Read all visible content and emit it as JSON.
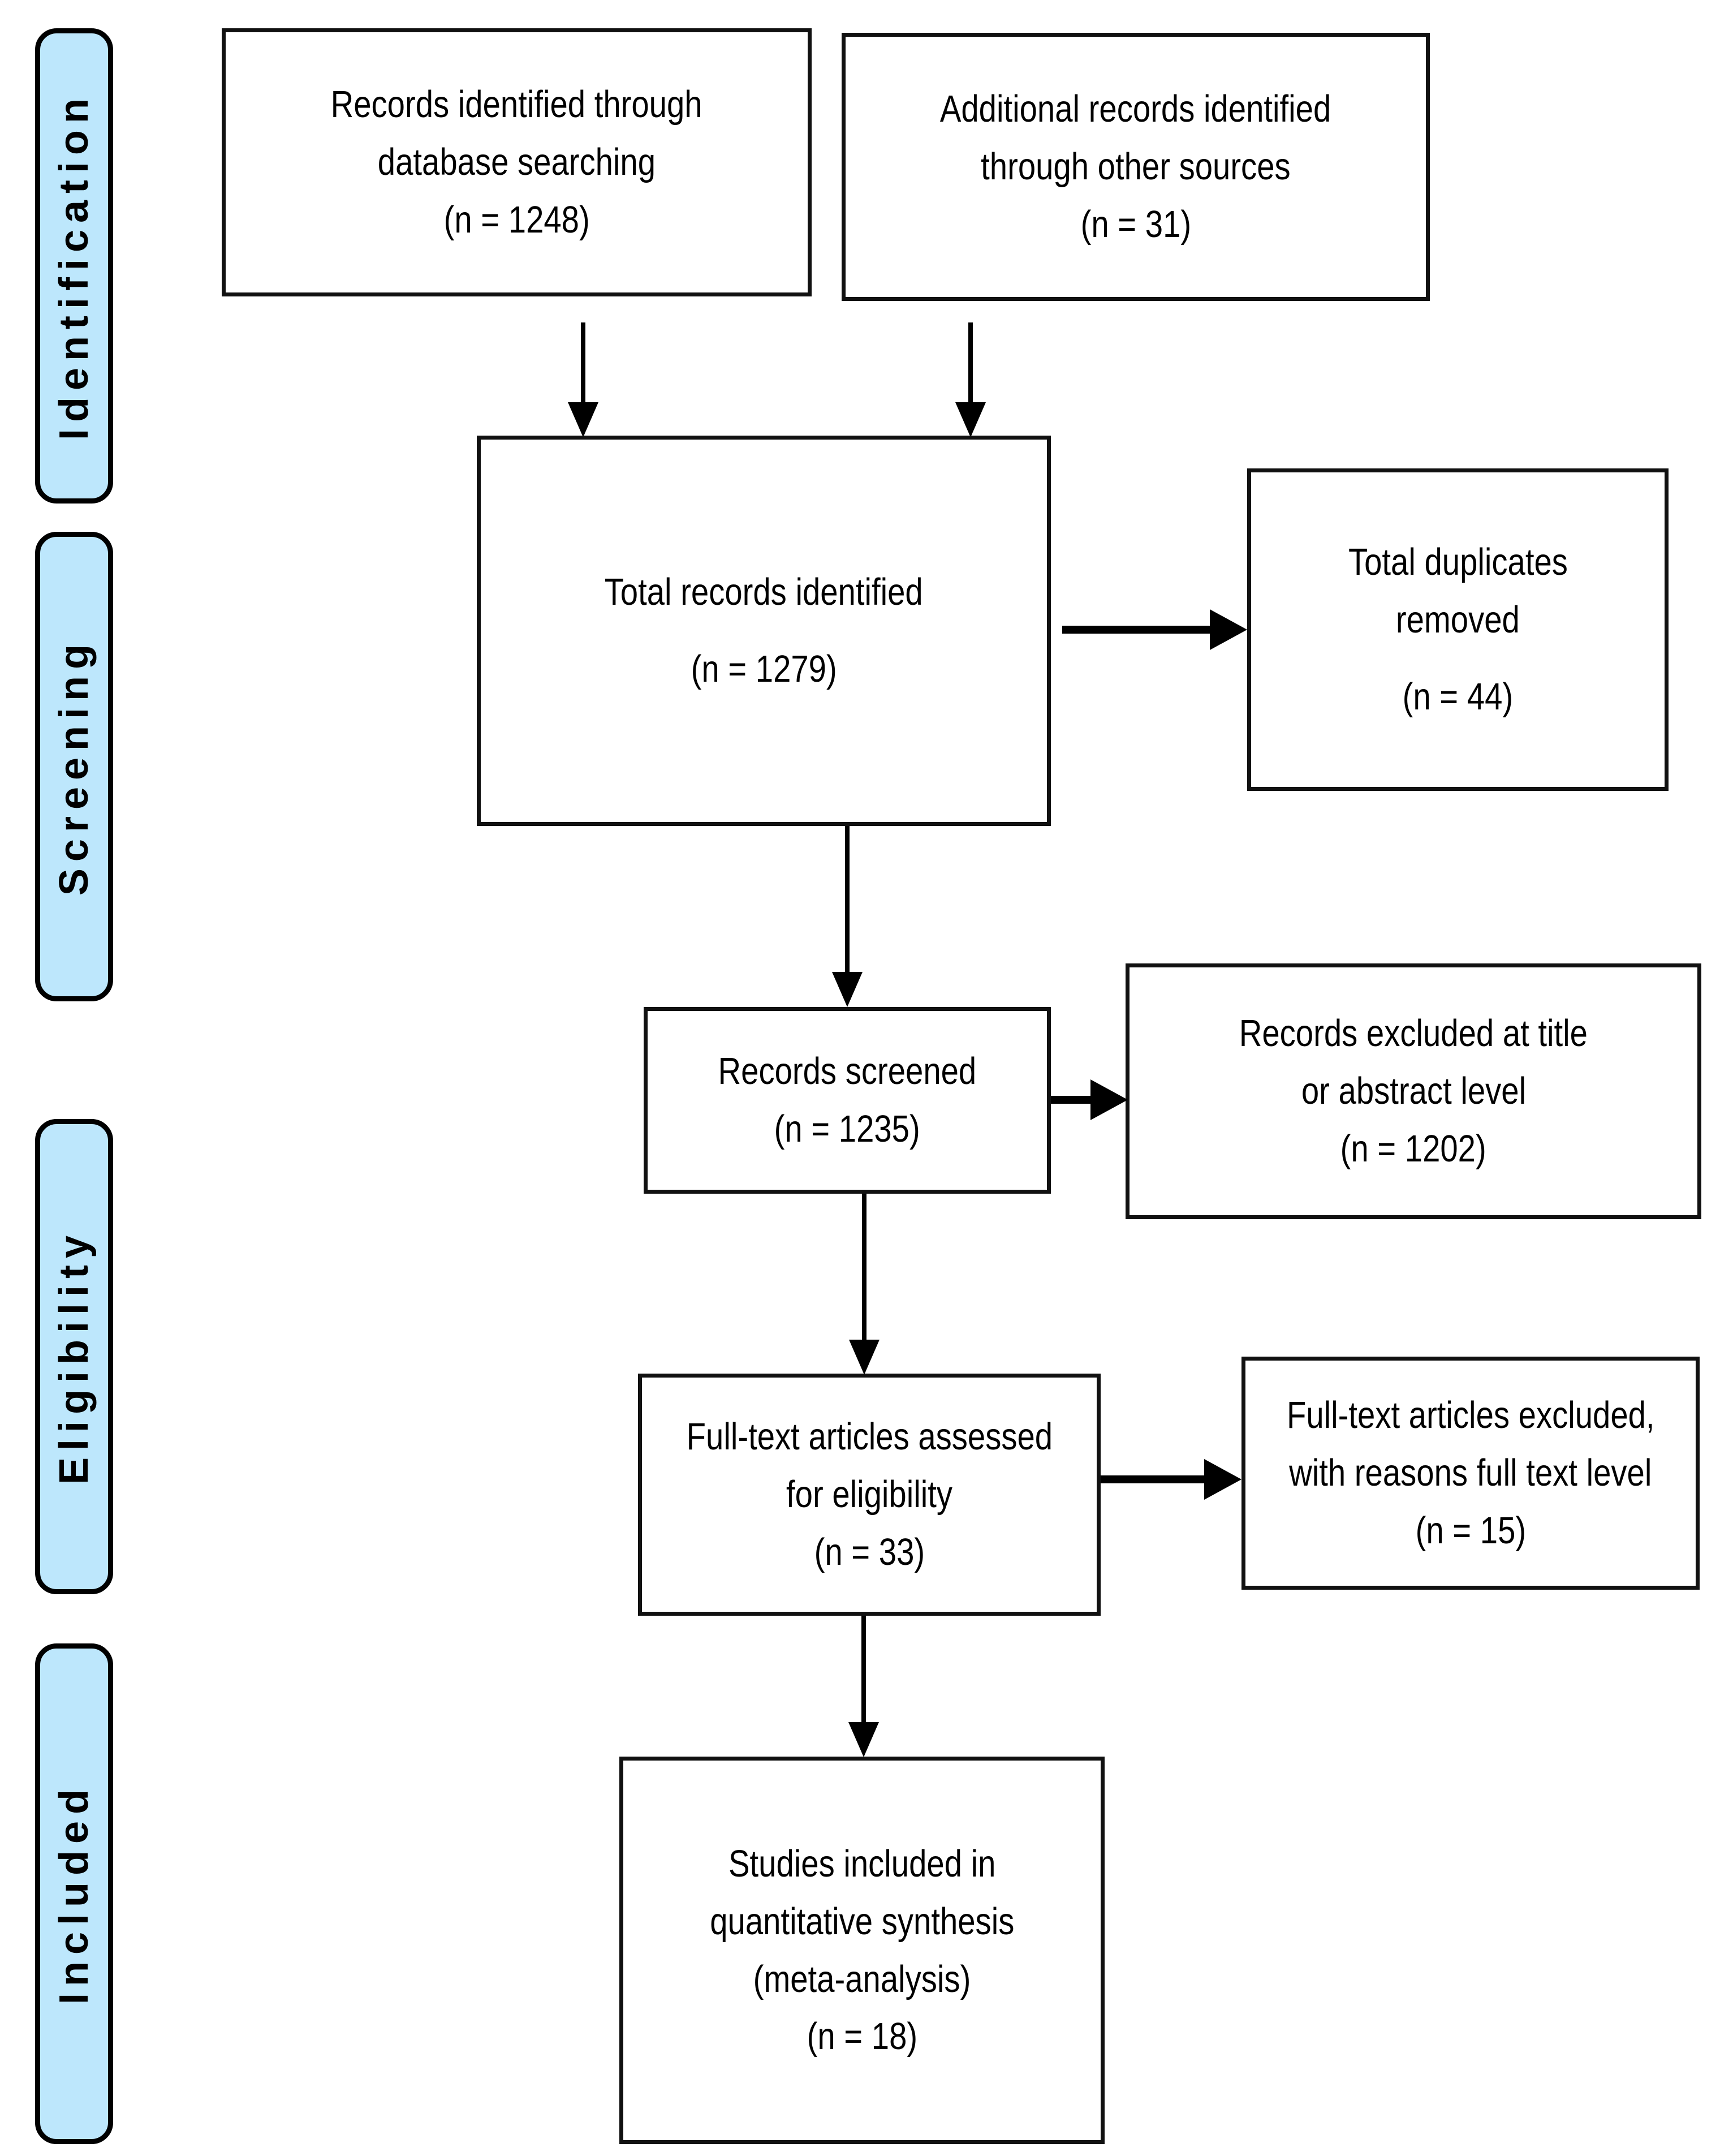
{
  "diagram": {
    "type": "prisma-flow-diagram",
    "accent_color": "#BDE7FC",
    "line_color": "#000000",
    "background": "#FFFFFF"
  },
  "stages": [
    {
      "id": "identification",
      "label": "Identification"
    },
    {
      "id": "screening",
      "label": "Screening"
    },
    {
      "id": "eligibility",
      "label": "Eligibility"
    },
    {
      "id": "included",
      "label": "Included"
    }
  ],
  "boxes": {
    "database_search": {
      "line1": "Records identified through",
      "line2": "database searching",
      "count": "(n = 1248)"
    },
    "other_sources": {
      "line1": "Additional records identified",
      "line2": "through other sources",
      "count": "(n = 31)"
    },
    "total_identified": {
      "line1": "Total records identified",
      "count": "(n = 1279)"
    },
    "duplicates_removed": {
      "line1": "Total duplicates",
      "line2": "removed",
      "count": "(n = 44)"
    },
    "records_screened": {
      "line1": "Records screened",
      "count": "(n = 1235)"
    },
    "records_excluded": {
      "line1": "Records excluded at title",
      "line2": "or abstract level",
      "count": "(n = 1202)"
    },
    "fulltext_assessed": {
      "line1": "Full-text articles assessed",
      "line2": "for eligibility",
      "count": "(n = 33)"
    },
    "fulltext_excluded": {
      "line1": "Full-text articles excluded,",
      "line2": "with reasons full text level",
      "count": "(n = 15)"
    },
    "studies_included": {
      "line1": "Studies included in",
      "line2": "quantitative synthesis",
      "line3": "(meta-analysis)",
      "count": "(n = 18)"
    }
  },
  "chart_data": {
    "type": "flow",
    "title": "PRISMA flow diagram",
    "nodes": [
      {
        "id": "database_search",
        "stage": "Identification",
        "label": "Records identified through database searching",
        "n": 1248
      },
      {
        "id": "other_sources",
        "stage": "Identification",
        "label": "Additional records identified through other sources",
        "n": 31
      },
      {
        "id": "total_identified",
        "stage": "Screening",
        "label": "Total records identified",
        "n": 1279
      },
      {
        "id": "duplicates_removed",
        "stage": "Screening",
        "label": "Total duplicates removed",
        "n": 44
      },
      {
        "id": "records_screened",
        "stage": "Screening",
        "label": "Records screened",
        "n": 1235
      },
      {
        "id": "records_excluded",
        "stage": "Eligibility",
        "label": "Records excluded at title or abstract level",
        "n": 1202
      },
      {
        "id": "fulltext_assessed",
        "stage": "Eligibility",
        "label": "Full-text articles assessed for eligibility",
        "n": 33
      },
      {
        "id": "fulltext_excluded",
        "stage": "Eligibility",
        "label": "Full-text articles excluded, with reasons full text level",
        "n": 15
      },
      {
        "id": "studies_included",
        "stage": "Included",
        "label": "Studies included in quantitative synthesis (meta-analysis)",
        "n": 18
      }
    ],
    "edges": [
      {
        "from": "database_search",
        "to": "total_identified",
        "direction": "down"
      },
      {
        "from": "other_sources",
        "to": "total_identified",
        "direction": "down"
      },
      {
        "from": "total_identified",
        "to": "duplicates_removed",
        "direction": "right"
      },
      {
        "from": "total_identified",
        "to": "records_screened",
        "direction": "down"
      },
      {
        "from": "records_screened",
        "to": "records_excluded",
        "direction": "right"
      },
      {
        "from": "records_screened",
        "to": "fulltext_assessed",
        "direction": "down"
      },
      {
        "from": "fulltext_assessed",
        "to": "fulltext_excluded",
        "direction": "right"
      },
      {
        "from": "fulltext_assessed",
        "to": "studies_included",
        "direction": "down"
      }
    ]
  }
}
